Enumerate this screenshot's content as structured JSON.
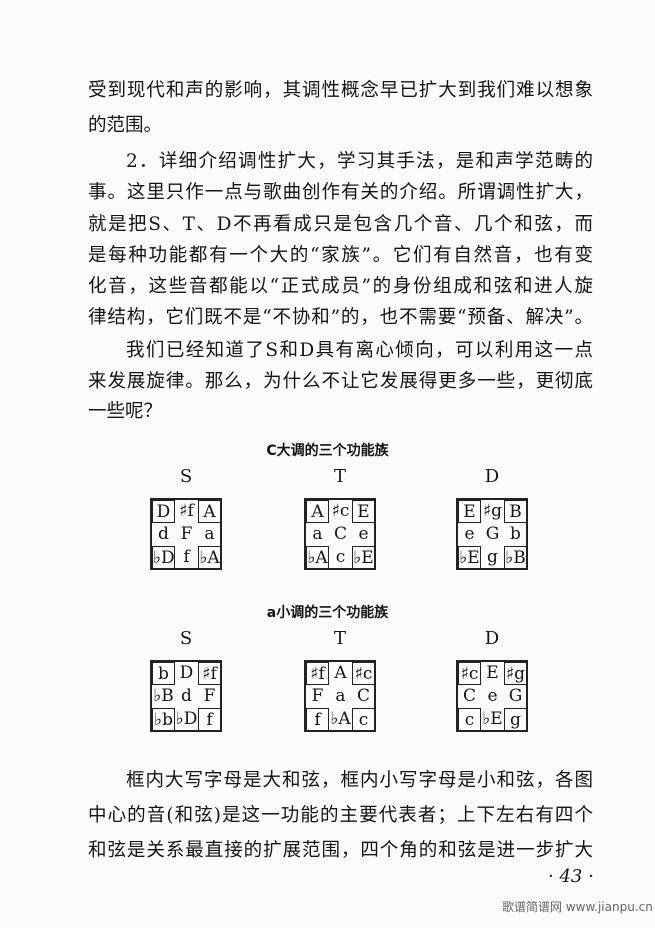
{
  "paragraphs": [
    "受到现代和声的影响，其调性概念早已扩大到我们难以想象",
    "的范围。",
    "2．详细介绍调性扩大，学习其手法，是和声学范畴的",
    "事。这里只作一点与歌曲创作有关的介绍。所谓调性扩大，",
    "就是把S、T、D不再看成只是包含几个音、几个和弦，而",
    "是每种功能都有一个大的“家族”。它们有自然音，也有变",
    "化音，这些音都能以“正式成员”的身份组成和弦和进人旋",
    "律结构，它们既不是“不协和”的，也不需要“预备、解决”。",
    "我们已经知道了S和D具有离心倾向，可以利用这一点",
    "来发展旋律。那么，为什么不让它发展得更多一些，更彻底",
    "一些呢？"
  ],
  "figures": [
    {
      "caption": "C大调的三个功能族",
      "grids": [
        {
          "label": "S",
          "cells": [
            [
              "D",
              "♯f",
              "A"
            ],
            [
              "d",
              "F",
              "a"
            ],
            [
              "♭D",
              "f",
              "♭A"
            ]
          ]
        },
        {
          "label": "T",
          "cells": [
            [
              "A",
              "♯c",
              "E"
            ],
            [
              "a",
              "C",
              "e"
            ],
            [
              "♭A",
              "c",
              "♭E"
            ]
          ]
        },
        {
          "label": "D",
          "cells": [
            [
              "E",
              "♯g",
              "B"
            ],
            [
              "e",
              "G",
              "b"
            ],
            [
              "♭E",
              "g",
              "♭B"
            ]
          ]
        }
      ]
    },
    {
      "caption": "a小调的三个功能族",
      "grids": [
        {
          "label": "S",
          "cells": [
            [
              "b",
              "D",
              "♯f"
            ],
            [
              "♭B",
              "d",
              "F"
            ],
            [
              "♭b",
              "♭D",
              "f"
            ]
          ]
        },
        {
          "label": "T",
          "cells": [
            [
              "♯f",
              "A",
              "♯c"
            ],
            [
              "F",
              "a",
              "C"
            ],
            [
              "f",
              "♭A",
              "c"
            ]
          ]
        },
        {
          "label": "D",
          "cells": [
            [
              "♯c",
              "E",
              "♯g"
            ],
            [
              "C",
              "e",
              "G"
            ],
            [
              "c",
              "♭E",
              "g"
            ]
          ]
        }
      ]
    }
  ],
  "closing": [
    "框内大写字母是大和弦，框内小写字母是小和弦，各图",
    "中心的音(和弦)是这一功能的主要代表者；上下左右有四个",
    "和弦是关系最直接的扩展范围，四个角的和弦是进一步扩大"
  ],
  "page_number": "· 43 ·",
  "watermark": "歌谱简谱网 www.jianpu.cn"
}
